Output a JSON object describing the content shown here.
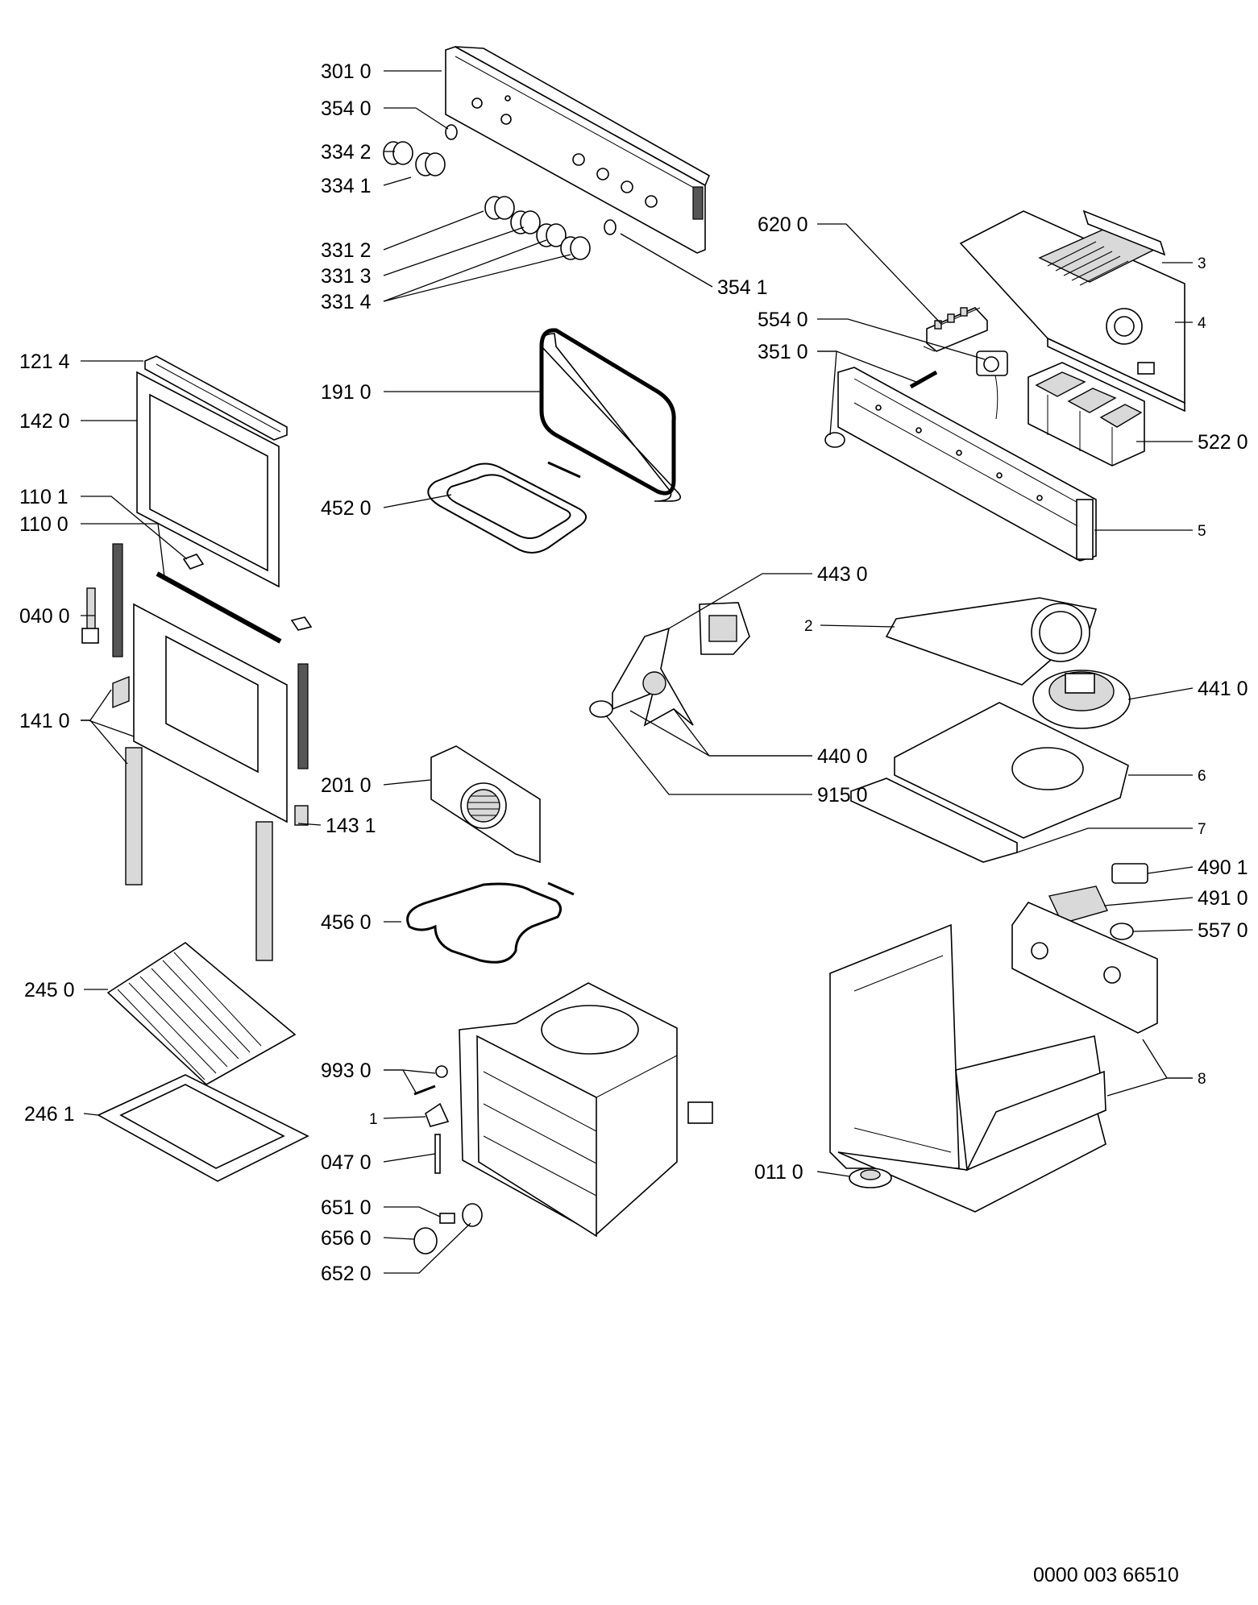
{
  "diagram": {
    "drawing_number": "0000 003 66510",
    "labels": [
      {
        "id": "l3010",
        "text": "301 0"
      },
      {
        "id": "l3540",
        "text": "354 0"
      },
      {
        "id": "l3342",
        "text": "334 2"
      },
      {
        "id": "l3341",
        "text": "334 1"
      },
      {
        "id": "l3312",
        "text": "331 2"
      },
      {
        "id": "l3313",
        "text": "331 3"
      },
      {
        "id": "l3314",
        "text": "331 4"
      },
      {
        "id": "l3541",
        "text": "354 1"
      },
      {
        "id": "l6200",
        "text": "620 0"
      },
      {
        "id": "l5540",
        "text": "554 0"
      },
      {
        "id": "l3510",
        "text": "351 0"
      },
      {
        "id": "l5220",
        "text": "522 0"
      },
      {
        "id": "l3",
        "text": "3"
      },
      {
        "id": "l4",
        "text": "4"
      },
      {
        "id": "l5",
        "text": "5"
      },
      {
        "id": "l1214",
        "text": "121 4"
      },
      {
        "id": "l1420",
        "text": "142 0"
      },
      {
        "id": "l1101",
        "text": "110 1"
      },
      {
        "id": "l1100",
        "text": "110 0"
      },
      {
        "id": "l0400",
        "text": "040 0"
      },
      {
        "id": "l1410",
        "text": "141 0"
      },
      {
        "id": "l1910",
        "text": "191 0"
      },
      {
        "id": "l4520",
        "text": "452 0"
      },
      {
        "id": "l4430",
        "text": "443 0"
      },
      {
        "id": "l2",
        "text": "2"
      },
      {
        "id": "l4410",
        "text": "441 0"
      },
      {
        "id": "l4400",
        "text": "440 0"
      },
      {
        "id": "l9150",
        "text": "915 0"
      },
      {
        "id": "l6",
        "text": "6"
      },
      {
        "id": "l7",
        "text": "7"
      },
      {
        "id": "l2010",
        "text": "201 0"
      },
      {
        "id": "l1431",
        "text": "143 1"
      },
      {
        "id": "l4560",
        "text": "456 0"
      },
      {
        "id": "l4901",
        "text": "490 1"
      },
      {
        "id": "l4910",
        "text": "491 0"
      },
      {
        "id": "l5570",
        "text": "557 0"
      },
      {
        "id": "l2450",
        "text": "245 0"
      },
      {
        "id": "l2461",
        "text": "246 1"
      },
      {
        "id": "l9930",
        "text": "993 0"
      },
      {
        "id": "l1",
        "text": "1"
      },
      {
        "id": "l0470",
        "text": "047 0"
      },
      {
        "id": "l6510",
        "text": "651 0"
      },
      {
        "id": "l6560",
        "text": "656 0"
      },
      {
        "id": "l6520",
        "text": "652 0"
      },
      {
        "id": "l8",
        "text": "8"
      },
      {
        "id": "l0110",
        "text": "011 0"
      }
    ]
  }
}
